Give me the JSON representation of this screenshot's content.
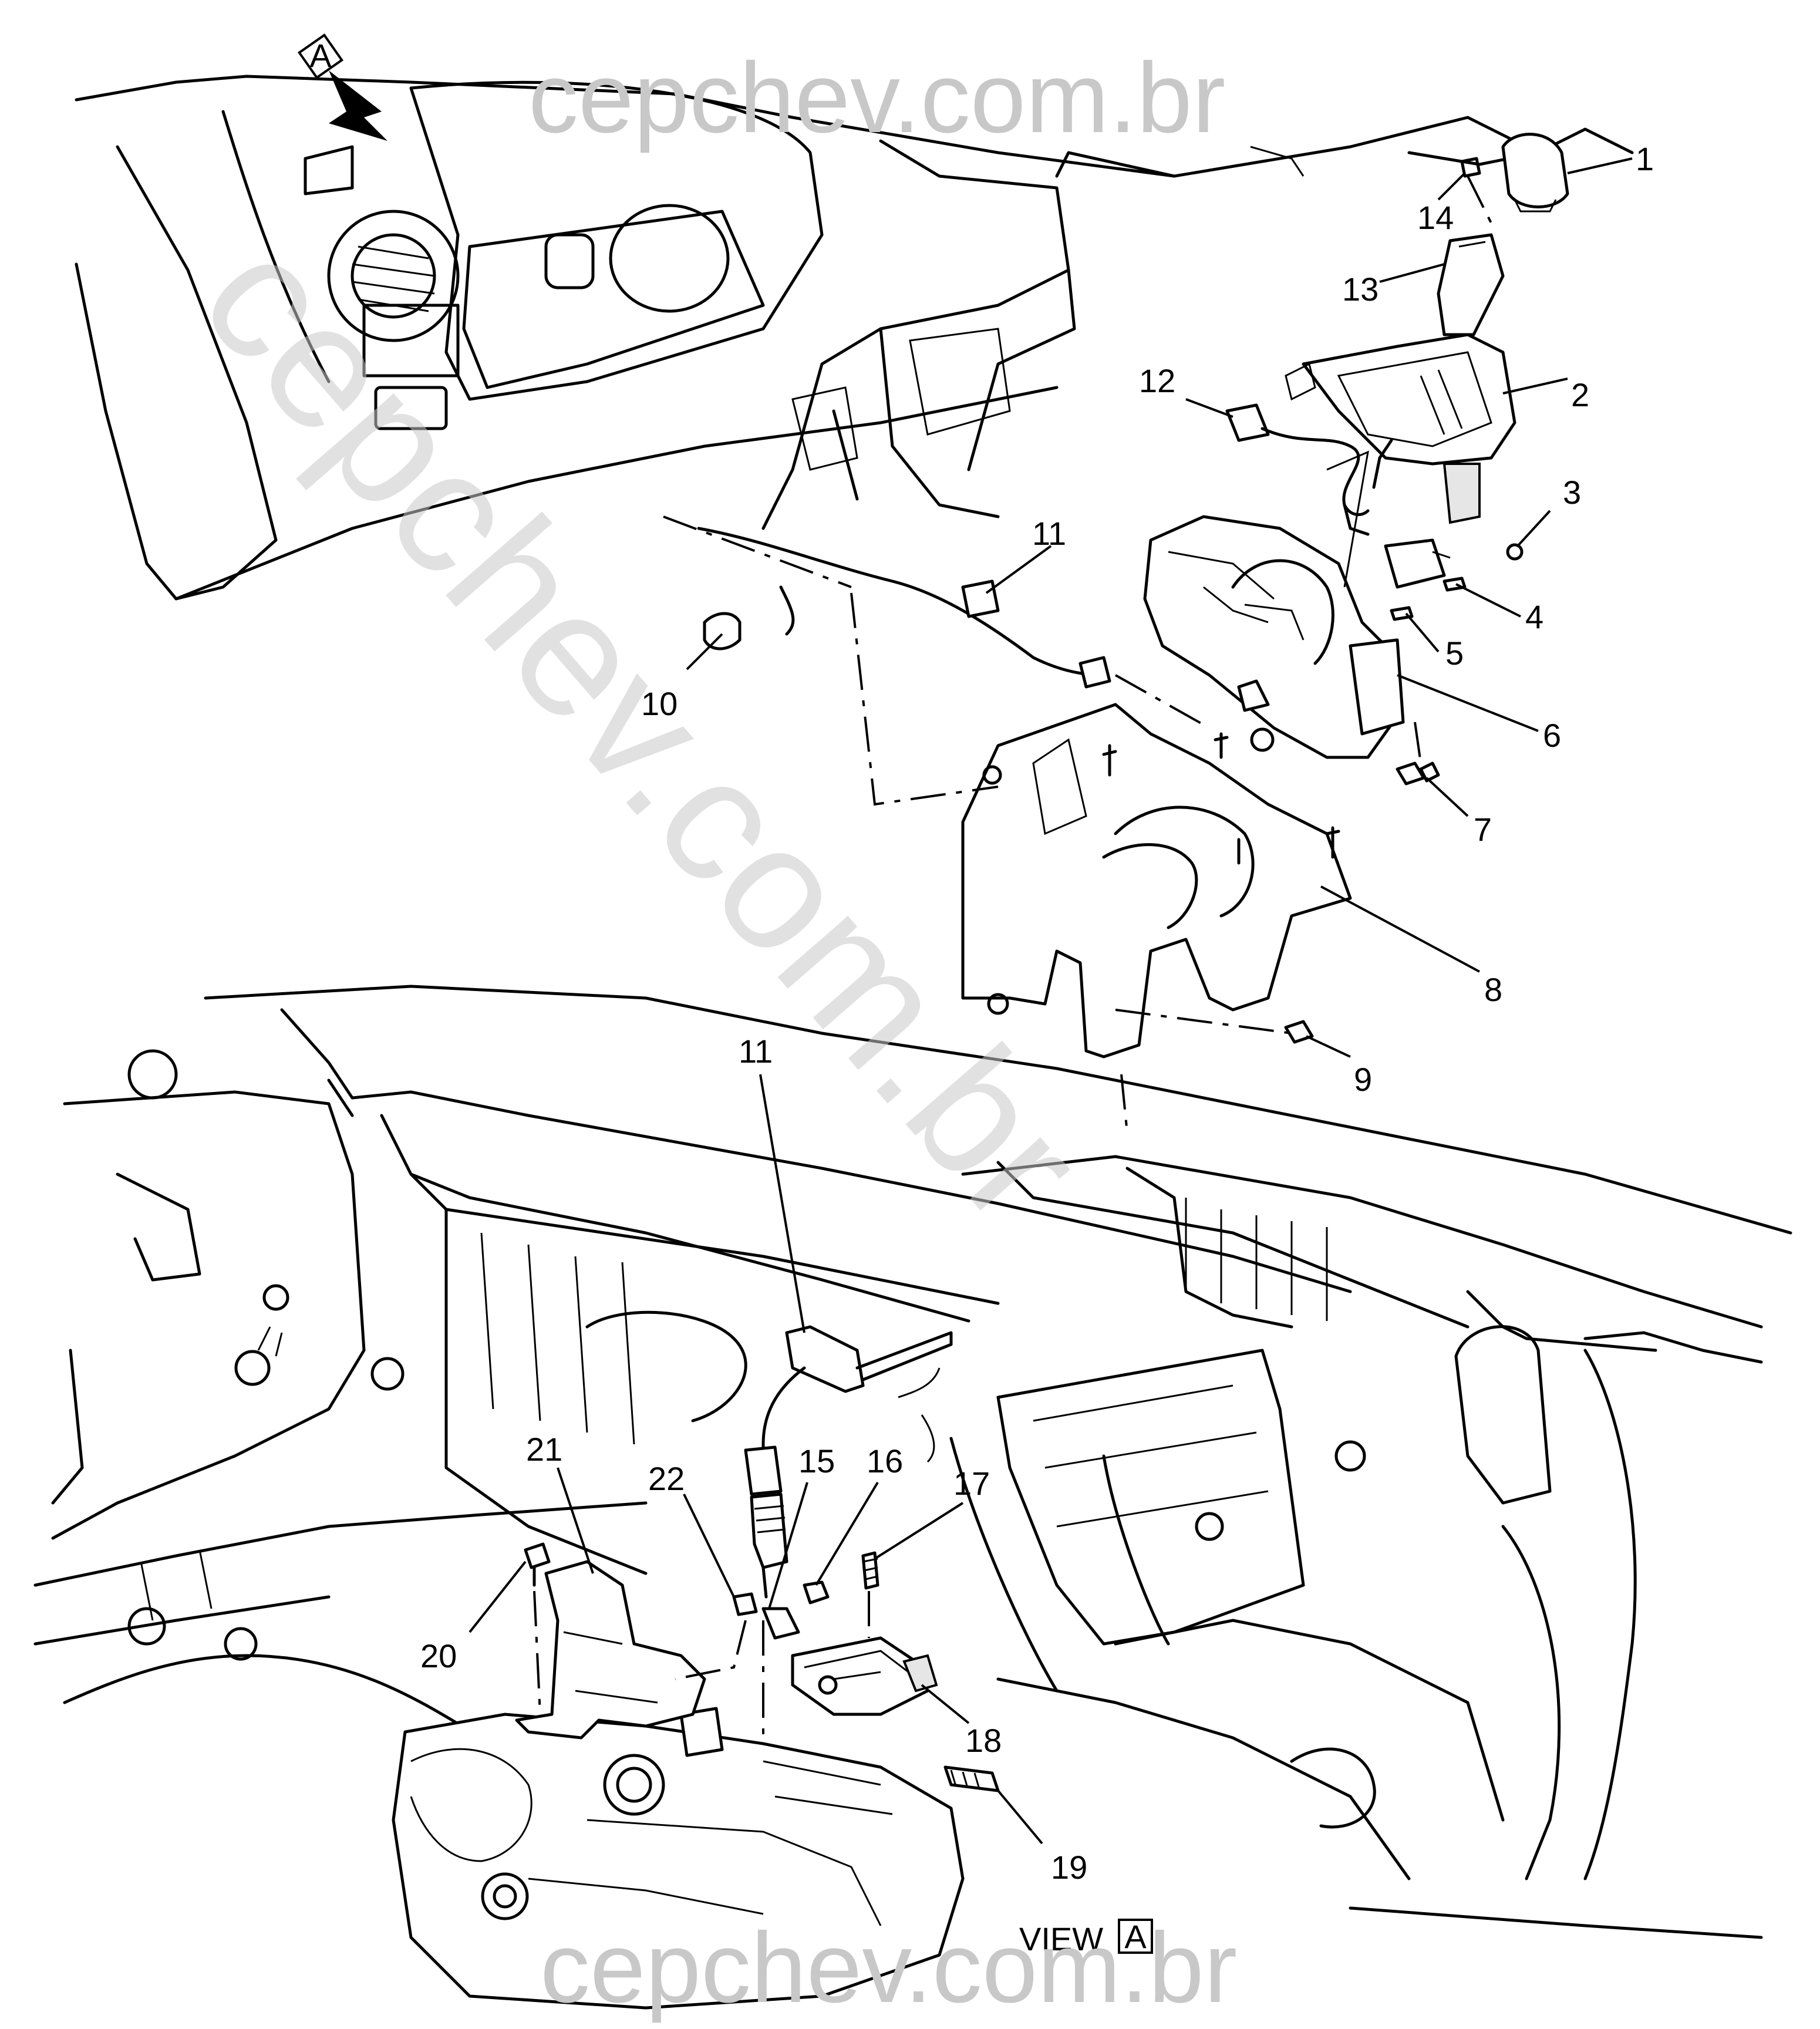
{
  "watermark": {
    "top": "cepchev.com.br",
    "diagonal": "cepchev.com.br",
    "bottom": "cepchev.com.br"
  },
  "view_marker": {
    "letter": "A",
    "caption": "VIEW"
  },
  "callouts": {
    "c1": "1",
    "c2": "2",
    "c3": "3",
    "c4": "4",
    "c5": "5",
    "c6": "6",
    "c7": "7",
    "c8": "8",
    "c9": "9",
    "c10": "10",
    "c11_upper": "11",
    "c12": "12",
    "c13": "13",
    "c14": "14",
    "c11_lower": "11",
    "c15": "15",
    "c16": "16",
    "c17": "17",
    "c18": "18",
    "c19": "19",
    "c20": "20",
    "c21": "21",
    "c22": "22"
  },
  "colors": {
    "line": "#000000",
    "watermark": "#c8c8c8",
    "background": "#ffffff"
  }
}
